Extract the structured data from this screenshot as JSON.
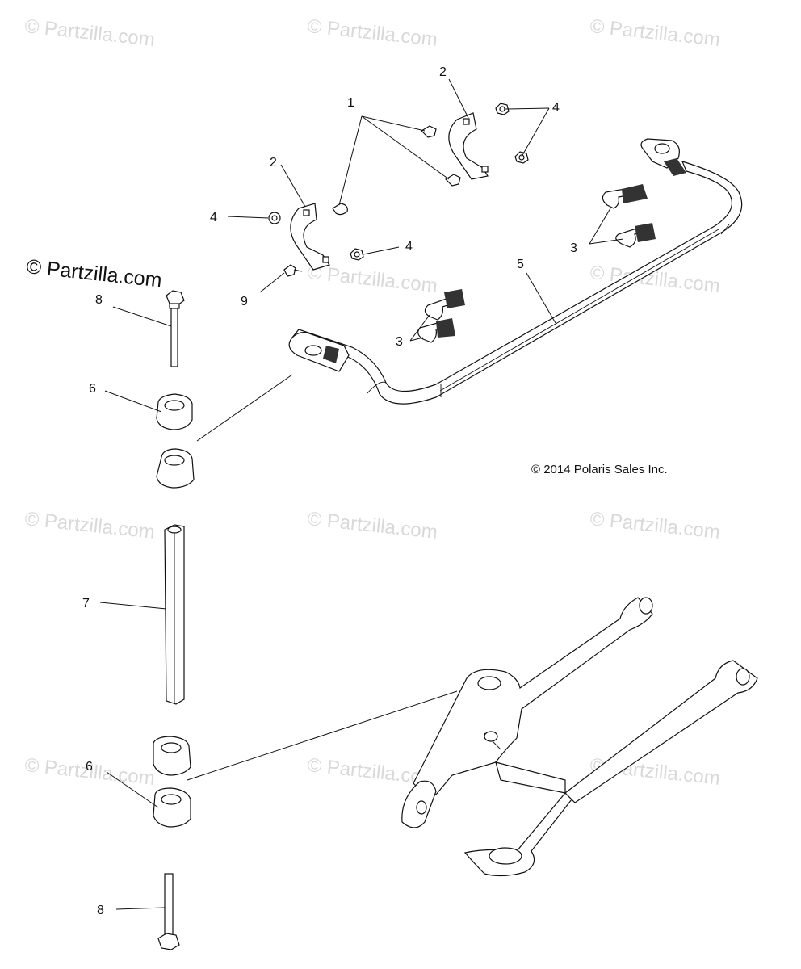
{
  "watermarks": [
    "© Partzilla.com",
    "© Partzilla.com",
    "© Partzilla.com",
    "© Partzilla.com",
    "© Partzilla.com",
    "© Partzilla.com",
    "© Partzilla.com",
    "© Partzilla.com",
    "© Partzilla.com",
    "© Partzilla.com",
    "© Partzilla.com"
  ],
  "brand_watermark": "© Partzilla.com",
  "copyright": "© 2014 Polaris Sales Inc.",
  "callouts": {
    "c1": "1",
    "c2a": "2",
    "c2b": "2",
    "c3a": "3",
    "c3b": "3",
    "c4a": "4",
    "c4b": "4",
    "c4c": "4",
    "c5": "5",
    "c6a": "6",
    "c6b": "6",
    "c7": "7",
    "c8a": "8",
    "c8b": "8",
    "c9": "9"
  }
}
